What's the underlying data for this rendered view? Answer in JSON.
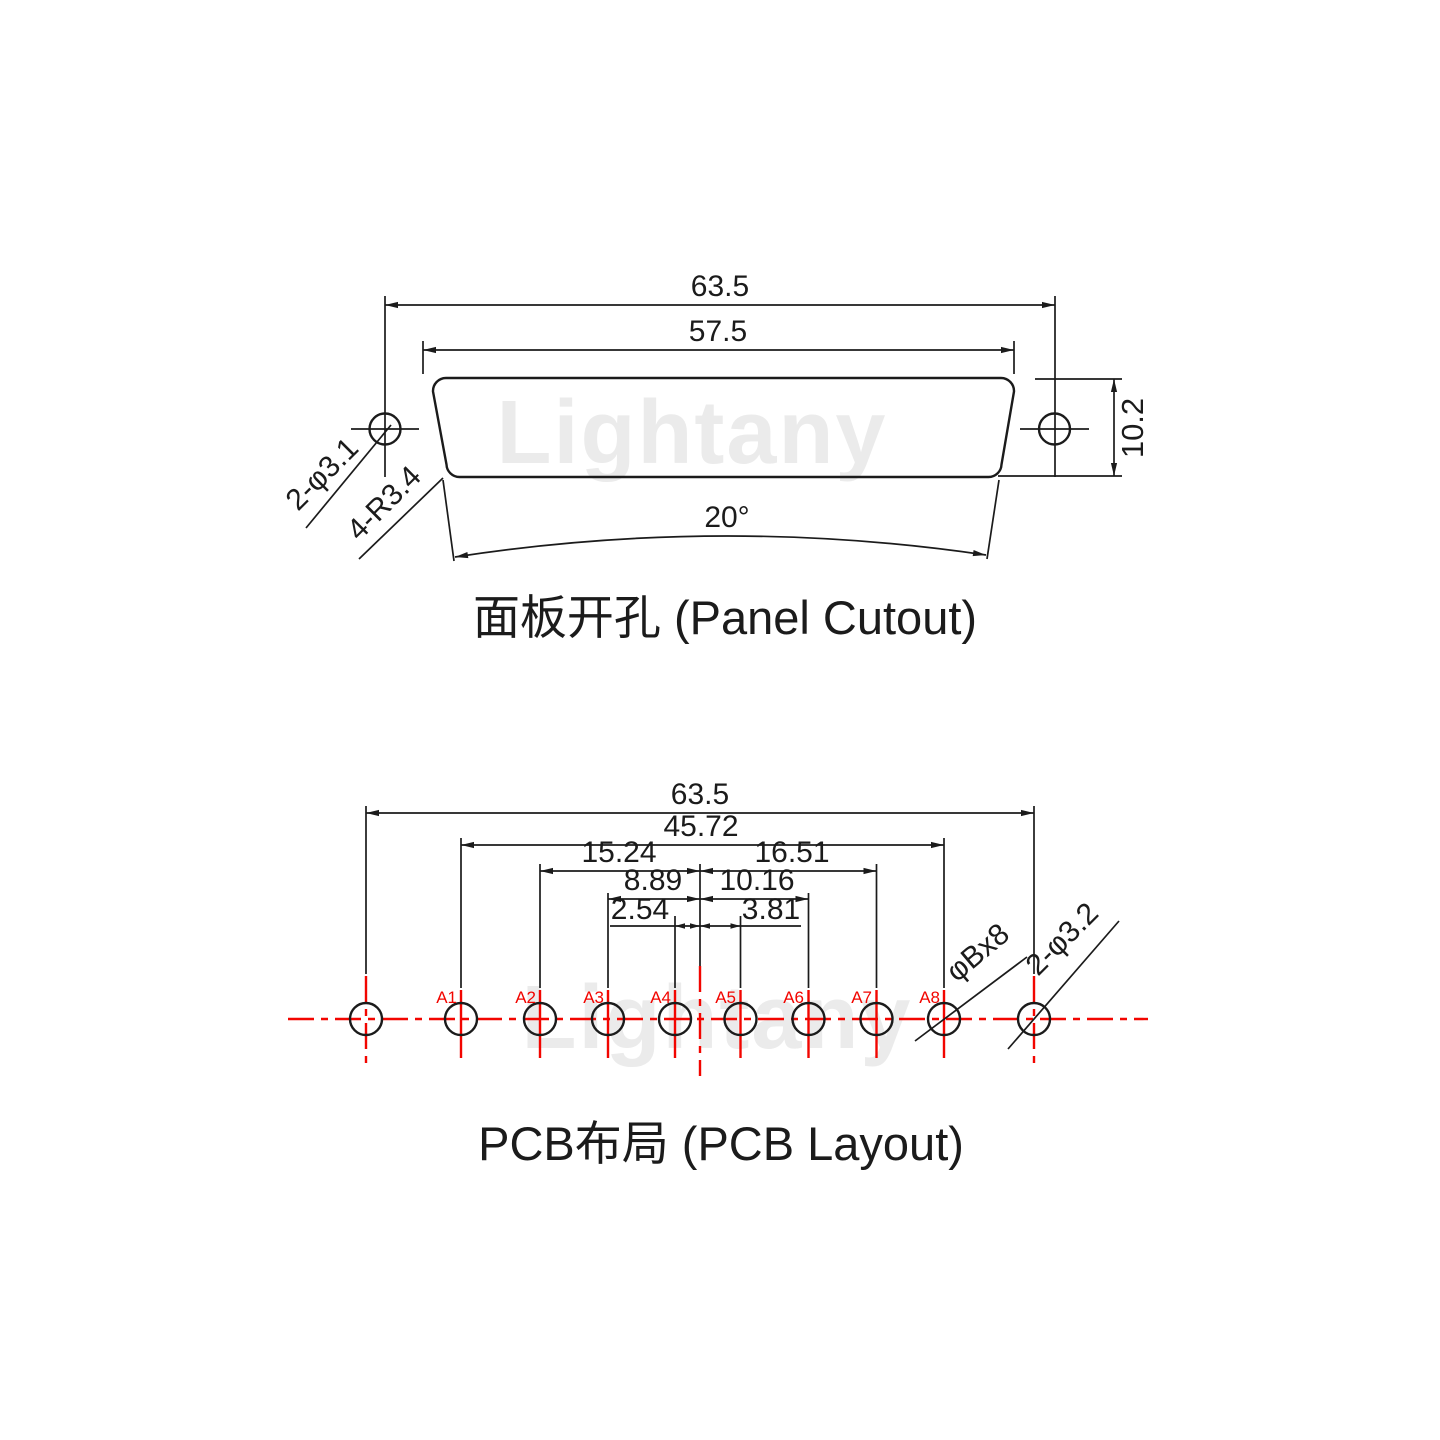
{
  "watermark": {
    "text": "Lightany"
  },
  "panel_cutout": {
    "title": "面板开孔 (Panel Cutout)",
    "dim_total_width": "63.5",
    "dim_cutout_width": "57.5",
    "dim_height": "10.2",
    "dim_angle": "20°",
    "label_mount_holes": "2-φ3.1",
    "label_corner_radius": "4-R3.4"
  },
  "pcb_layout": {
    "title": "PCB布局 (PCB Layout)",
    "dim_mount_span": "63.5",
    "dim_pin_span": "45.72",
    "dim_a2_to_center": "15.24",
    "dim_center_to_a7": "16.51",
    "dim_a3_to_center": "8.89",
    "dim_center_to_a6": "10.16",
    "dim_a4_to_center": "2.54",
    "dim_center_to_a5": "3.81",
    "label_pin_holes": "φBx8",
    "label_mount_holes": "2-φ3.2",
    "pins": [
      "A1",
      "A2",
      "A3",
      "A4",
      "A5",
      "A6",
      "A7",
      "A8"
    ]
  }
}
